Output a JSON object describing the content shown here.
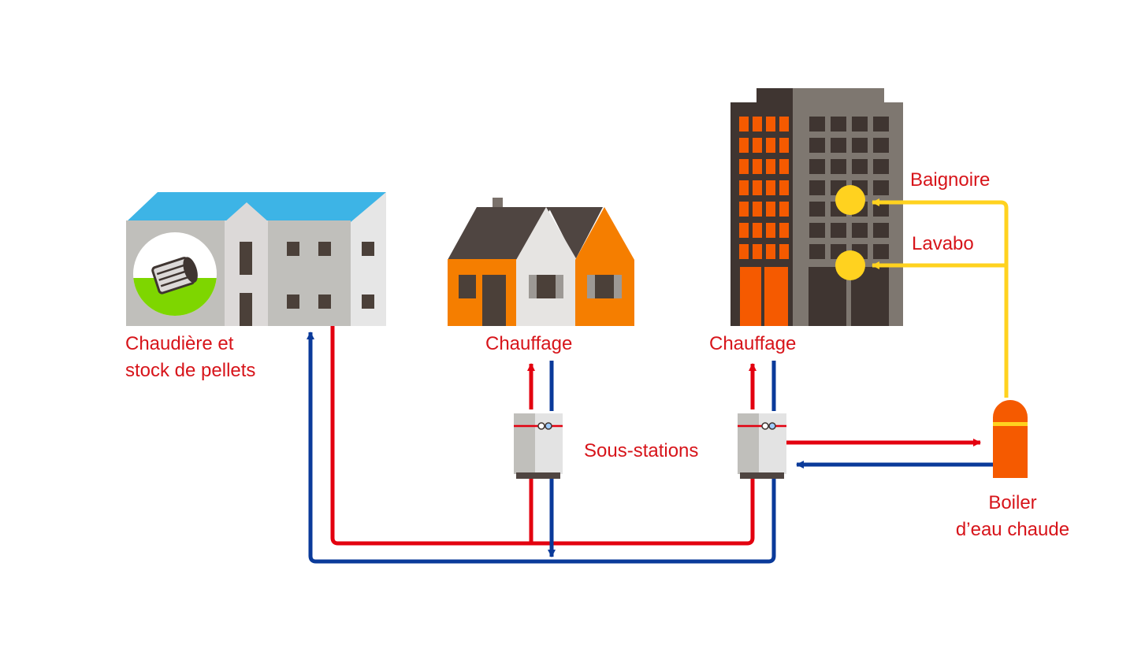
{
  "labels": {
    "boiler_plant": [
      "Chaudière et",
      "stock de pellets"
    ],
    "house_heating": "Chauffage",
    "tower_heating": "Chauffage",
    "substations": "Sous-stations",
    "bathtub": "Baignoire",
    "sink": "Lavabo",
    "water_heater": [
      "Boiler",
      "d’eau chaude"
    ]
  },
  "colors": {
    "label_red": "#d7141a",
    "supply_pipe": "#e3000f",
    "return_pipe": "#0a3a9a",
    "hot_water_pipe": "#ffd21f",
    "orange": "#f57e00",
    "roof_blue": "#3db4e6",
    "grass_green": "#7ed600",
    "dark_brown": "#3f3531",
    "grey": "#c0bfbb"
  },
  "icons": {
    "log": "wood-log-icon",
    "heat_exchanger": "substation-unit-icon"
  }
}
